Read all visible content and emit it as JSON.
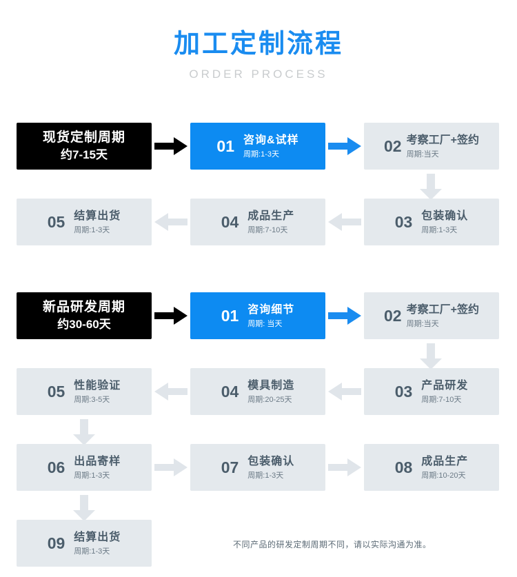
{
  "header": {
    "title_cn": "加工定制流程",
    "title_en": "ORDER PROCESS"
  },
  "colors": {
    "accent_blue": "#0d8bf2",
    "title_blue": "#1a8cf0",
    "box_gray": "#e4e9ed",
    "text_slate": "#4b5d6b",
    "dark": "#000000",
    "arrow_gray": "#e0e5ea",
    "subtitle_gray": "#c9ccce"
  },
  "section_stock": {
    "lead": {
      "title": "现货定制周期",
      "subtitle": "约7-15天"
    },
    "steps": [
      {
        "num": "01",
        "name": "咨询&试样",
        "cycle": "周期:1-3天"
      },
      {
        "num": "02",
        "name": "考察工厂+签约",
        "cycle": "周期:当天"
      },
      {
        "num": "03",
        "name": "包装确认",
        "cycle": "周期:1-3天"
      },
      {
        "num": "04",
        "name": "成品生产",
        "cycle": "周期:7-10天"
      },
      {
        "num": "05",
        "name": "结算出货",
        "cycle": "周期:1-3天"
      }
    ]
  },
  "section_rnd": {
    "lead": {
      "title": "新品研发周期",
      "subtitle": "约30-60天"
    },
    "steps": [
      {
        "num": "01",
        "name": "咨询细节",
        "cycle": "周期: 当天"
      },
      {
        "num": "02",
        "name": "考察工厂+签约",
        "cycle": "周期:当天"
      },
      {
        "num": "03",
        "name": "产品研发",
        "cycle": "周期:7-10天"
      },
      {
        "num": "04",
        "name": "模具制造",
        "cycle": "周期:20-25天"
      },
      {
        "num": "05",
        "name": "性能验证",
        "cycle": "周期:3-5天"
      },
      {
        "num": "06",
        "name": "出品寄样",
        "cycle": "周期:1-3天"
      },
      {
        "num": "07",
        "name": "包装确认",
        "cycle": "周期:1-3天"
      },
      {
        "num": "08",
        "name": "成品生产",
        "cycle": "周期:10-20天"
      },
      {
        "num": "09",
        "name": "结算出货",
        "cycle": "周期:1-3天"
      }
    ],
    "footnote": "不同产品的研发定制周期不同，请以实际沟通为准。"
  }
}
